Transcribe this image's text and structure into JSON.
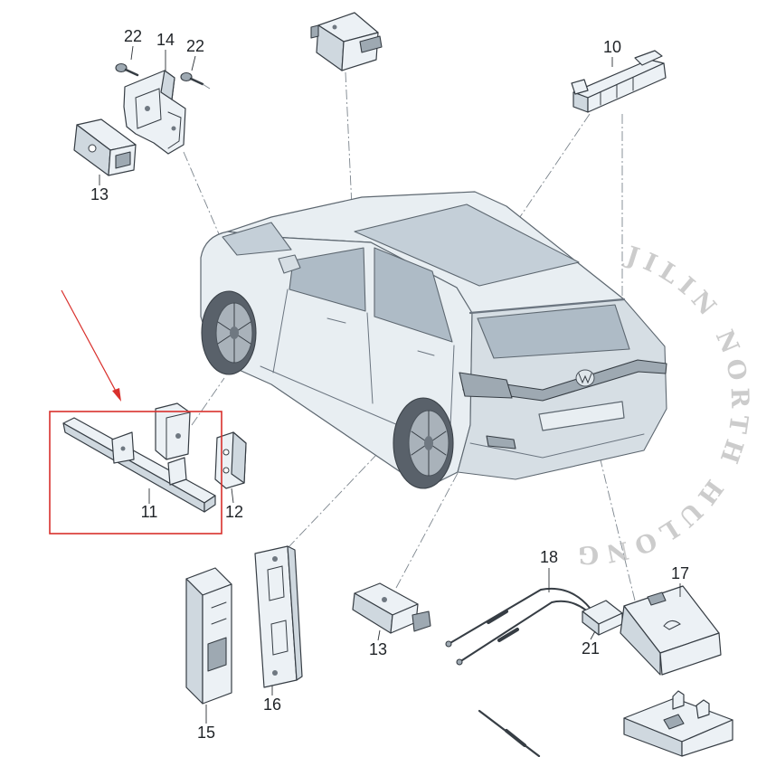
{
  "callouts": {
    "part_22_left": "22",
    "part_14": "14",
    "part_22_right": "22",
    "part_13_top": "13",
    "part_10": "10",
    "part_11": "11",
    "part_12": "12",
    "part_15": "15",
    "part_16": "16",
    "part_13_bottom": "13",
    "part_18": "18",
    "part_21": "21",
    "part_17": "17"
  },
  "watermark": {
    "text": "JILIN NORTH HULONG"
  },
  "colors": {
    "highlight": "#d9302c",
    "part_fill": "#ecf1f5",
    "line": "#363d44"
  }
}
